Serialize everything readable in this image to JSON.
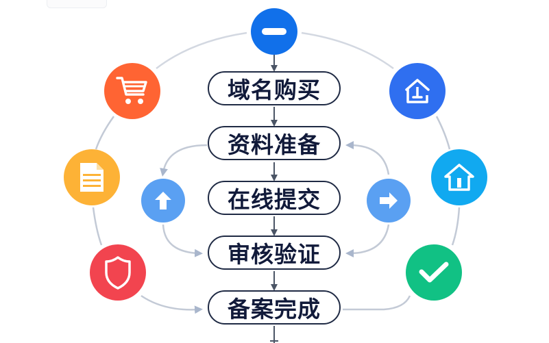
{
  "diagram": {
    "steps": [
      {
        "label": "域名购买"
      },
      {
        "label": "资料准备"
      },
      {
        "label": "在线提交"
      },
      {
        "label": "审核验证"
      },
      {
        "label": "备案完成"
      }
    ],
    "icons": [
      {
        "name": "minus-icon",
        "color": "#1170ea"
      },
      {
        "name": "cart-icon",
        "color": "#ff6433"
      },
      {
        "name": "upload-home-icon",
        "color": "#2f6ff0"
      },
      {
        "name": "document-icon",
        "color": "#fdb236"
      },
      {
        "name": "home-icon",
        "color": "#11a9f0"
      },
      {
        "name": "arrow-up-icon",
        "color": "#5aa0f2"
      },
      {
        "name": "arrow-right-icon",
        "color": "#5aa0f2"
      },
      {
        "name": "shield-icon",
        "color": "#f2444f"
      },
      {
        "name": "check-icon",
        "color": "#11c184"
      }
    ],
    "colors": {
      "step_border": "#1f2a44",
      "step_text": "#111a3a",
      "flow_arrow": "#4a5465",
      "connector": "#c3cad6",
      "side_arrow": "#a9b6cc"
    }
  }
}
